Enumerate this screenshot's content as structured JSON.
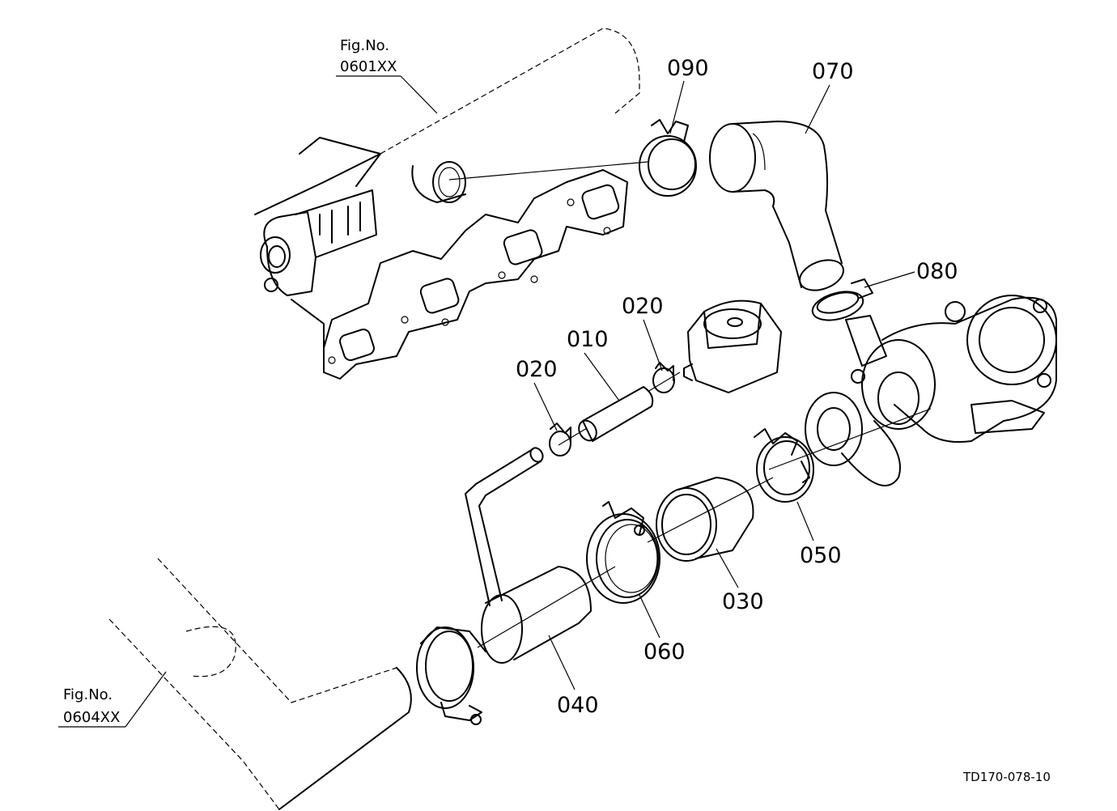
{
  "references": {
    "top_fig_label": "Fig.No.",
    "top_fig_number": "0601XX",
    "bottom_fig_label": "Fig.No.",
    "bottom_fig_number": "0604XX"
  },
  "part_labels": {
    "p090": "090",
    "p070": "070",
    "p080": "080",
    "p020a": "020",
    "p010": "010",
    "p020b": "020",
    "p050": "050",
    "p030": "030",
    "p060": "060",
    "p040": "040"
  },
  "drawing_code": "TD170-078-10"
}
